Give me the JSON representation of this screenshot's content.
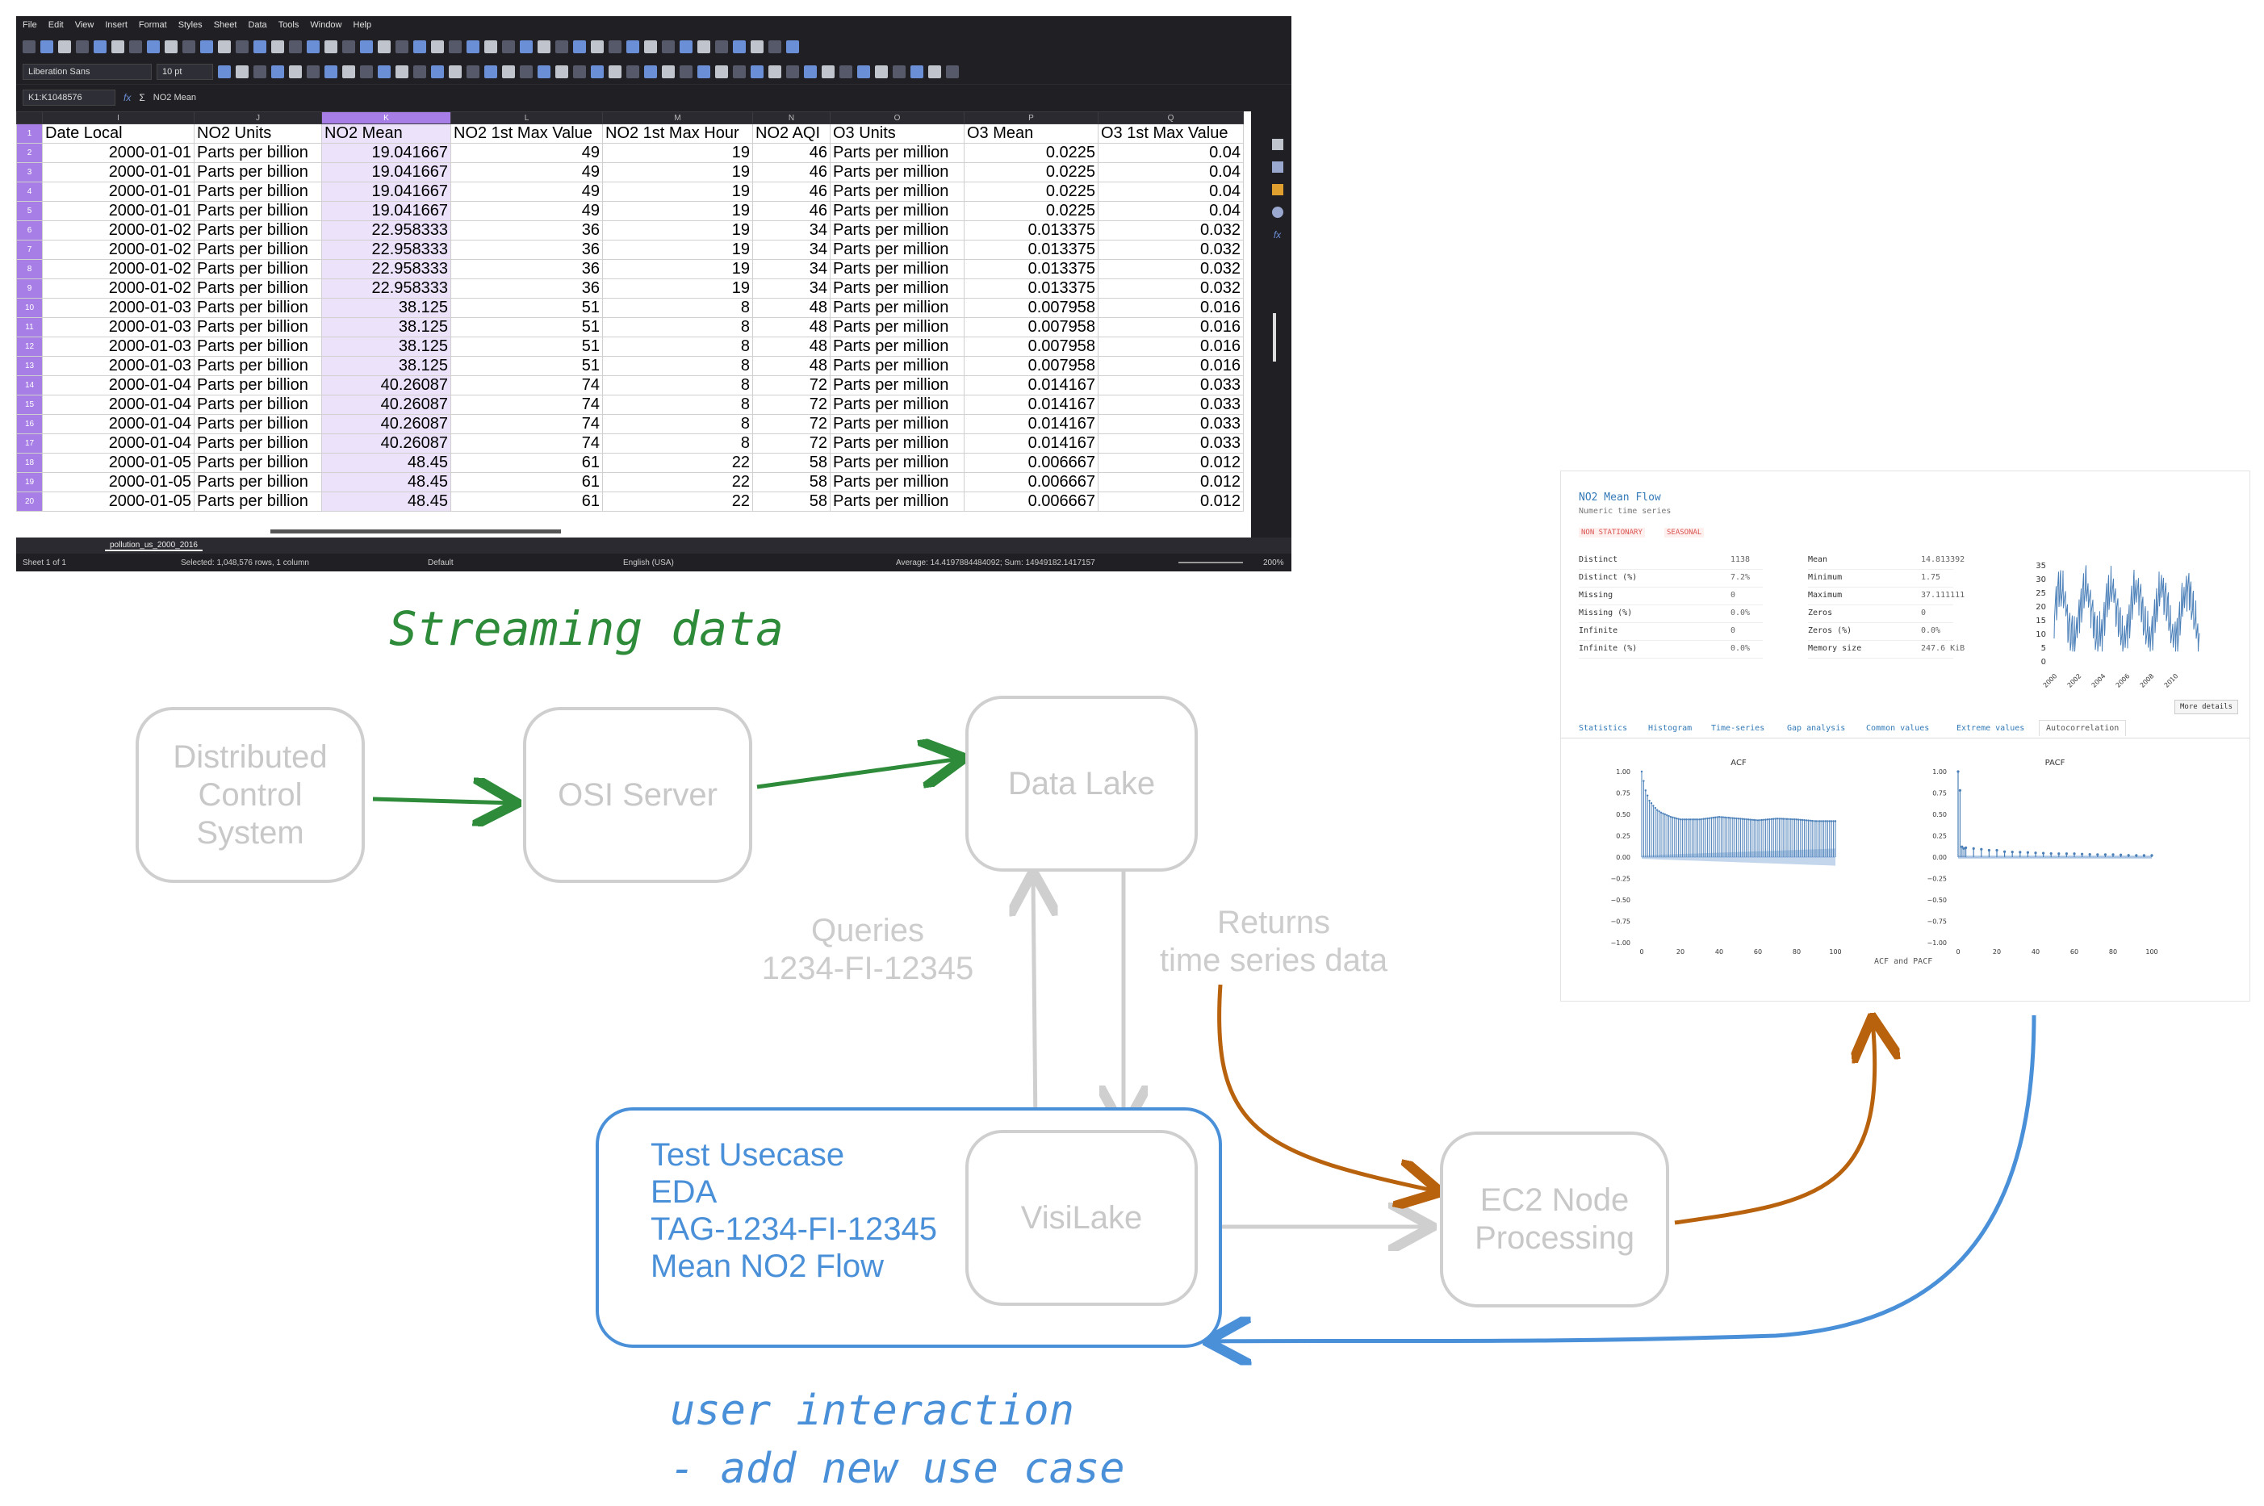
{
  "diagram": {
    "annotations": {
      "streaming": "Streaming data",
      "user_interaction": "user interaction\n- add new use case"
    },
    "nodes": {
      "dcs": "Distributed\nControl\nSystem",
      "osi": "OSI Server",
      "lake": "Data Lake",
      "visilake": "VisiLake",
      "ec2": "EC2 Node\nProcessing",
      "usecase": "Test Usecase\nEDA\nTAG-1234-FI-12345\nMean NO2 Flow"
    },
    "edge_labels": {
      "queries": "Queries\n1234-FI-12345",
      "returns": "Returns\ntime series data"
    },
    "colors": {
      "green": "#2e8b3a",
      "orange": "#b8620e",
      "blue": "#4a90d9",
      "gray": "#cfcfcf"
    }
  },
  "spreadsheet": {
    "menu": [
      "File",
      "Edit",
      "View",
      "Insert",
      "Format",
      "Styles",
      "Sheet",
      "Data",
      "Tools",
      "Window",
      "Help"
    ],
    "font_name": "Liberation Sans",
    "font_size": "10 pt",
    "name_box": "K1:K1048576",
    "formula": "NO2 Mean",
    "col_letters": [
      "",
      "I",
      "J",
      "K",
      "L",
      "M",
      "N",
      "O",
      "P",
      "Q"
    ],
    "headers": [
      "Date Local",
      "NO2 Units",
      "NO2 Mean",
      "NO2 1st Max Value",
      "NO2 1st Max Hour",
      "NO2 AQI",
      "O3 Units",
      "O3 Mean",
      "O3 1st Max Value"
    ],
    "rows": [
      [
        "2000-01-01",
        "Parts per billion",
        "19.041667",
        "49",
        "19",
        "46",
        "Parts per million",
        "0.0225",
        "0.04"
      ],
      [
        "2000-01-01",
        "Parts per billion",
        "19.041667",
        "49",
        "19",
        "46",
        "Parts per million",
        "0.0225",
        "0.04"
      ],
      [
        "2000-01-01",
        "Parts per billion",
        "19.041667",
        "49",
        "19",
        "46",
        "Parts per million",
        "0.0225",
        "0.04"
      ],
      [
        "2000-01-01",
        "Parts per billion",
        "19.041667",
        "49",
        "19",
        "46",
        "Parts per million",
        "0.0225",
        "0.04"
      ],
      [
        "2000-01-02",
        "Parts per billion",
        "22.958333",
        "36",
        "19",
        "34",
        "Parts per million",
        "0.013375",
        "0.032"
      ],
      [
        "2000-01-02",
        "Parts per billion",
        "22.958333",
        "36",
        "19",
        "34",
        "Parts per million",
        "0.013375",
        "0.032"
      ],
      [
        "2000-01-02",
        "Parts per billion",
        "22.958333",
        "36",
        "19",
        "34",
        "Parts per million",
        "0.013375",
        "0.032"
      ],
      [
        "2000-01-02",
        "Parts per billion",
        "22.958333",
        "36",
        "19",
        "34",
        "Parts per million",
        "0.013375",
        "0.032"
      ],
      [
        "2000-01-03",
        "Parts per billion",
        "38.125",
        "51",
        "8",
        "48",
        "Parts per million",
        "0.007958",
        "0.016"
      ],
      [
        "2000-01-03",
        "Parts per billion",
        "38.125",
        "51",
        "8",
        "48",
        "Parts per million",
        "0.007958",
        "0.016"
      ],
      [
        "2000-01-03",
        "Parts per billion",
        "38.125",
        "51",
        "8",
        "48",
        "Parts per million",
        "0.007958",
        "0.016"
      ],
      [
        "2000-01-03",
        "Parts per billion",
        "38.125",
        "51",
        "8",
        "48",
        "Parts per million",
        "0.007958",
        "0.016"
      ],
      [
        "2000-01-04",
        "Parts per billion",
        "40.26087",
        "74",
        "8",
        "72",
        "Parts per million",
        "0.014167",
        "0.033"
      ],
      [
        "2000-01-04",
        "Parts per billion",
        "40.26087",
        "74",
        "8",
        "72",
        "Parts per million",
        "0.014167",
        "0.033"
      ],
      [
        "2000-01-04",
        "Parts per billion",
        "40.26087",
        "74",
        "8",
        "72",
        "Parts per million",
        "0.014167",
        "0.033"
      ],
      [
        "2000-01-04",
        "Parts per billion",
        "40.26087",
        "74",
        "8",
        "72",
        "Parts per million",
        "0.014167",
        "0.033"
      ],
      [
        "2000-01-05",
        "Parts per billion",
        "48.45",
        "61",
        "22",
        "58",
        "Parts per million",
        "0.006667",
        "0.012"
      ],
      [
        "2000-01-05",
        "Parts per billion",
        "48.45",
        "61",
        "22",
        "58",
        "Parts per million",
        "0.006667",
        "0.012"
      ],
      [
        "2000-01-05",
        "Parts per billion",
        "48.45",
        "61",
        "22",
        "58",
        "Parts per million",
        "0.006667",
        "0.012"
      ]
    ],
    "sheet_tab": "pollution_us_2000_2016",
    "status": {
      "sheet": "Sheet 1 of 1",
      "selected": "Selected: 1,048,576 rows, 1 column",
      "style": "Default",
      "lang": "English (USA)",
      "sum": "Average: 14.4197884484092; Sum: 14949182.1417157",
      "zoom": "200%"
    }
  },
  "report": {
    "title": "NO2 Mean Flow",
    "subtitle": "Numeric time series",
    "badges": [
      "NON STATIONARY",
      "SEASONAL"
    ],
    "stats_left": [
      [
        "Distinct",
        "1138"
      ],
      [
        "Distinct (%)",
        "7.2%"
      ],
      [
        "Missing",
        "0"
      ],
      [
        "Missing (%)",
        "0.0%"
      ],
      [
        "Infinite",
        "0"
      ],
      [
        "Infinite (%)",
        "0.0%"
      ]
    ],
    "stats_right": [
      [
        "Mean",
        "14.813392"
      ],
      [
        "Minimum",
        "1.75"
      ],
      [
        "Maximum",
        "37.111111"
      ],
      [
        "Zeros",
        "0"
      ],
      [
        "Zeros (%)",
        "0.0%"
      ],
      [
        "Memory size",
        "247.6 KiB"
      ]
    ],
    "more_details": "More details",
    "tabs": [
      "Statistics",
      "Histogram",
      "Time-series",
      "Gap analysis",
      "Common values",
      "Extreme values",
      "Autocorrelation"
    ],
    "active_tab": "Autocorrelation",
    "acf_title": "ACF",
    "pacf_title": "PACF",
    "footer": "ACF and PACF",
    "spark_yticks": [
      "35",
      "30",
      "25",
      "20",
      "15",
      "10",
      "5",
      "0"
    ],
    "spark_xticks": [
      "2000",
      "2002",
      "2004",
      "2006",
      "2008",
      "2010"
    ],
    "corr_yticks": [
      "1.00",
      "0.75",
      "0.50",
      "0.25",
      "0.00",
      "−0.25",
      "−0.50",
      "−0.75",
      "−1.00"
    ],
    "corr_xticks": [
      "0",
      "20",
      "40",
      "60",
      "80",
      "100"
    ]
  },
  "chart_data": {
    "type": "line",
    "series": [
      {
        "name": "ACF",
        "x": [
          0,
          2,
          4,
          6,
          8,
          10,
          15,
          20,
          30,
          40,
          50,
          60,
          70,
          80,
          90,
          100
        ],
        "y": [
          1.0,
          0.78,
          0.66,
          0.6,
          0.55,
          0.52,
          0.47,
          0.44,
          0.44,
          0.47,
          0.45,
          0.43,
          0.45,
          0.44,
          0.42,
          0.42
        ]
      },
      {
        "name": "PACF",
        "x": [
          0,
          1,
          2,
          3,
          5,
          8,
          10,
          15,
          20,
          25,
          30,
          40,
          50,
          60,
          70,
          80,
          90,
          100
        ],
        "y": [
          1.0,
          0.78,
          0.12,
          0.1,
          0.12,
          0.1,
          0.1,
          0.08,
          0.08,
          0.06,
          0.06,
          0.05,
          0.04,
          0.04,
          0.03,
          0.03,
          0.02,
          0.02
        ]
      }
    ],
    "ylim": [
      -1.0,
      1.0
    ],
    "xlim": [
      0,
      100
    ]
  }
}
